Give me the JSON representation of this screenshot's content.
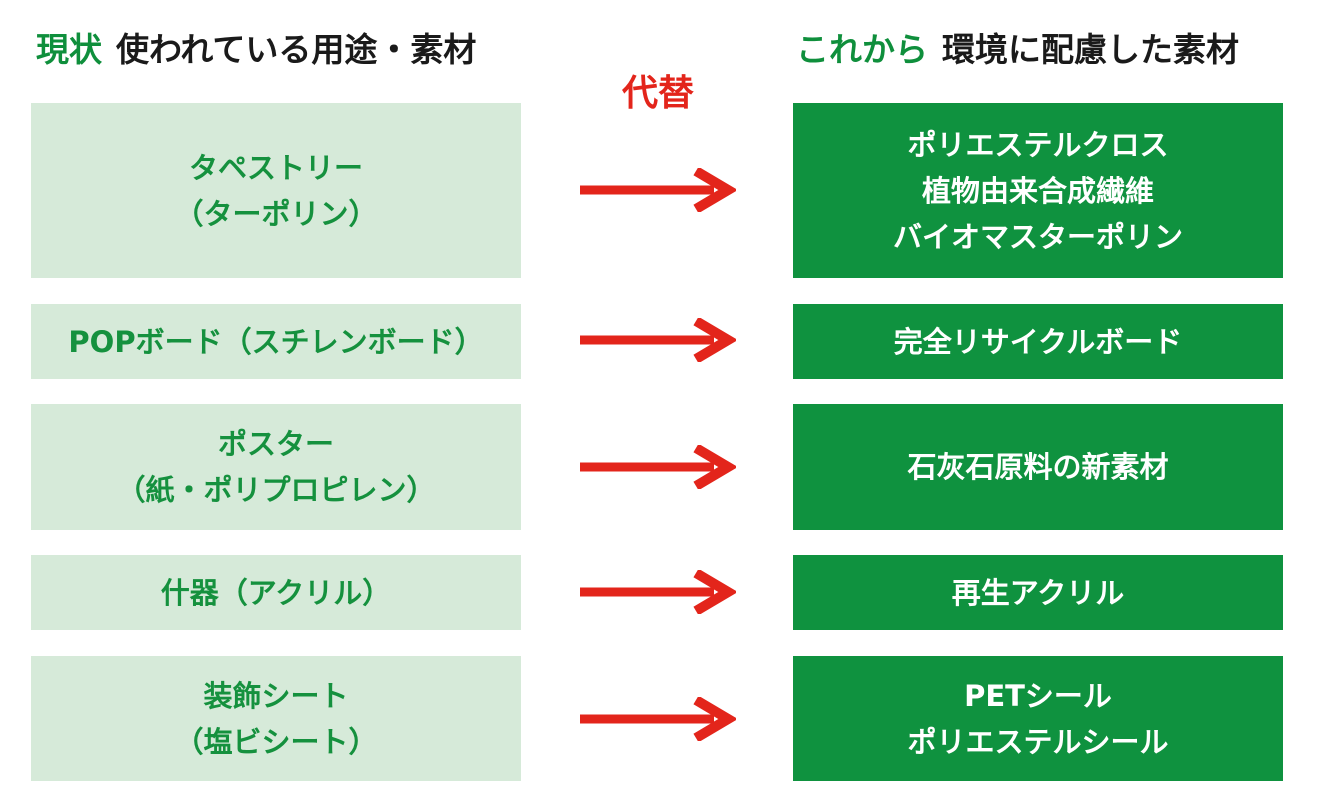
{
  "header_left": {
    "accent": "現状",
    "text": "使われている用途・素材"
  },
  "header_right": {
    "accent": "これから",
    "text": "環境に配慮した素材"
  },
  "middle_label": "代替",
  "colors": {
    "accent_green": "#0f8f3c",
    "left_box_bg": "#d6ead9",
    "left_box_text": "#15913e",
    "right_box_bg": "#0f923f",
    "right_box_text": "#ffffff",
    "arrow_red": "#e3251b"
  },
  "rows": [
    {
      "current": [
        "タペストリー",
        "（ターポリン）"
      ],
      "alternative": [
        "ポリエステルクロス",
        "植物由来合成繊維",
        "バイオマスターポリン"
      ]
    },
    {
      "current": [
        "POPボード（スチレンボード）"
      ],
      "alternative": [
        "完全リサイクルボード"
      ]
    },
    {
      "current": [
        "ポスター",
        "（紙・ポリプロピレン）"
      ],
      "alternative": [
        "石灰石原料の新素材"
      ]
    },
    {
      "current": [
        "什器（アクリル）"
      ],
      "alternative": [
        "再生アクリル"
      ]
    },
    {
      "current": [
        "装飾シート",
        "（塩ビシート）"
      ],
      "alternative": [
        "PETシール",
        "ポリエステルシール"
      ]
    }
  ]
}
